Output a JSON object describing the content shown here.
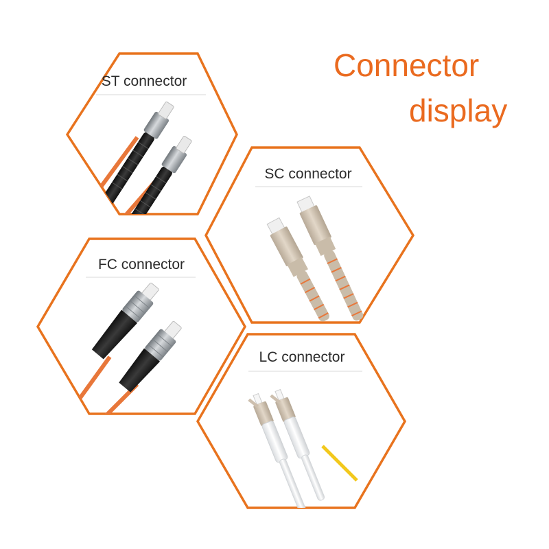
{
  "title": {
    "line1": "Connector",
    "line2": "display"
  },
  "panels": [
    {
      "id": "st",
      "label": "ST connector"
    },
    {
      "id": "sc",
      "label": "SC connector"
    },
    {
      "id": "fc",
      "label": "FC connector"
    },
    {
      "id": "lc",
      "label": "LC connector"
    }
  ],
  "colors": {
    "accent": "#ea6a1f",
    "hex_border": "#e8731e",
    "cable_orange": "#e8773a",
    "cable_yellow": "#f2c81c",
    "boot_black": "#1c1c1c",
    "boot_beige": "#cdbfae",
    "ferrule_white": "#f4f4f4",
    "metal": "#9aa0a4"
  }
}
